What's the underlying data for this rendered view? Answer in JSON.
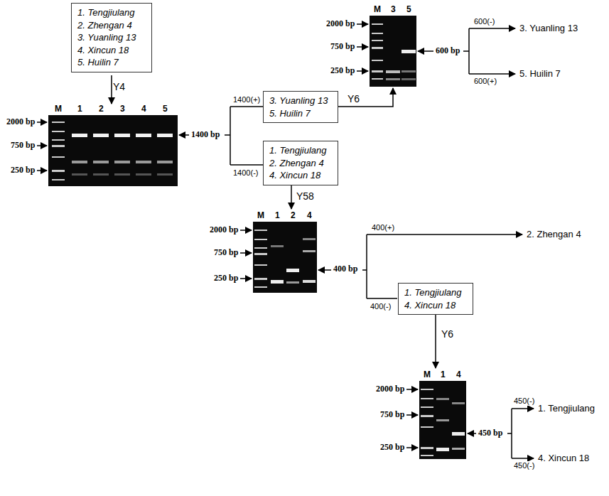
{
  "diagram": {
    "nodes": [
      {
        "text": [
          "1. Tengjiulang",
          "2. Zhengan 4",
          "3. Yuanling 13",
          "4. Xincun 18",
          "5. Huilin 7"
        ]
      },
      {
        "text": [
          "3. Yuanling 13",
          "5. Huilin 7"
        ]
      },
      {
        "text": [
          "1. Tengjiulang",
          "2. Zhengan 4",
          "4. Xincun 18"
        ]
      },
      {
        "text": [
          "1. Tengjiulang",
          "4. Xincun 18"
        ]
      }
    ],
    "labels": [
      "Y4",
      "M",
      "1",
      "2",
      "3",
      "4",
      "5",
      "2000 bp",
      "750 bp",
      "250 bp",
      "1400 bp",
      "1400(+)",
      "1400(-)",
      "Y6",
      "M",
      "3",
      "5",
      "2000 bp",
      "750 bp",
      "250 bp",
      "600 bp",
      "600(-)",
      "600(+)",
      "3. Yuanling 13",
      "5. Huilin 7",
      "Y58",
      "M",
      "1",
      "2",
      "4",
      "2000 bp",
      "750 bp",
      "250 bp",
      "400 bp",
      "400(+)",
      "400(-)",
      "2. Zhengan 4",
      "Y6",
      "M",
      "1",
      "4",
      "2000 bp",
      "750 bp",
      "250 bp",
      "450 bp",
      "450(-)",
      "450(-)",
      "1. Tengjiulang",
      "4. Xincun 18"
    ]
  }
}
